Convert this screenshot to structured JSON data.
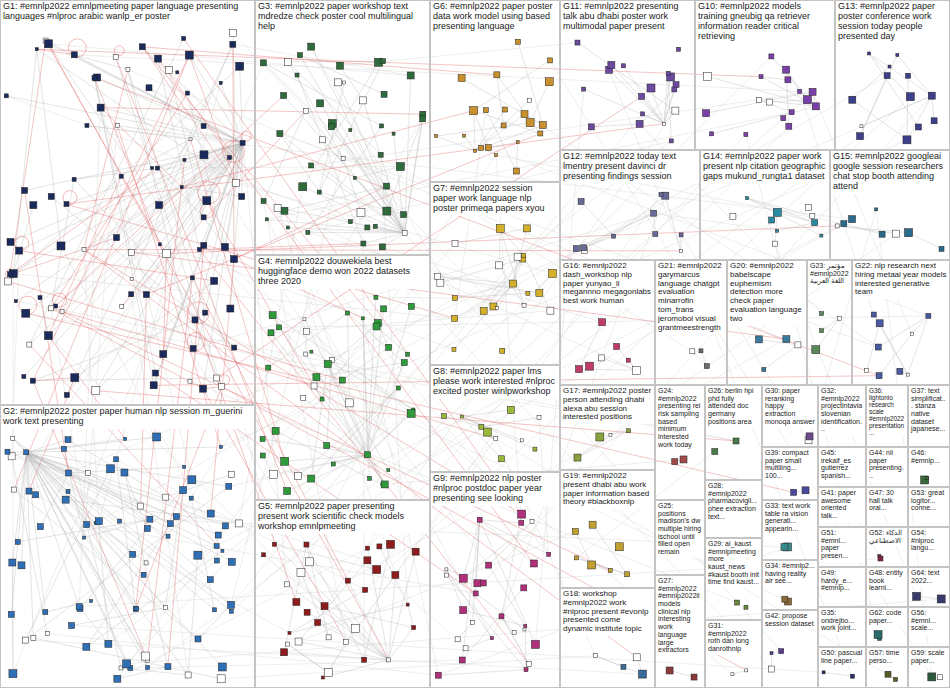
{
  "diagram": {
    "nodes": [
      {
        "text": [
          "G1: #emnlp2022 emnlpmeeting paper language presenting languages #nlproc arabic wanlp_er poster"
        ]
      },
      {
        "text": [
          "G3: #emnlp2022 paper workshop text mdredze check poster cool multilingual help"
        ]
      },
      {
        "text": [
          "G6: #emnlp2022 paper poster data work model using based presenting language"
        ]
      },
      {
        "text": [
          "G11: #emnlp2022 presenting talk abu dhabi poster work multimodal paper present"
        ]
      },
      {
        "text": [
          "G10: #emnlp2022 models training gneubig qa retriever information reader critical retrieving"
        ]
      },
      {
        "text": [
          "G13: #emnlp2022 paper poster conference work session today people presented day"
        ]
      },
      {
        "text": [
          "G12: #emnlp2022 today text lmentry present davinci dr presenting findings session"
        ]
      },
      {
        "text": [
          "G14: #emnlp2022 paper work present nlp citation geographic gaps mukund_rungta1 dataset"
        ]
      },
      {
        "text": [
          "G15: #emnlp2022 googleai google session researchers chat stop booth attending attend"
        ]
      },
      {
        "text": [
          "G7: #emnlp2022 session paper work language nlp poster primeqa papers xyou"
        ]
      },
      {
        "text": [
          "G4: #emnlp2022 douwekiela best huggingface demo won 2022 datasets three 2020"
        ]
      },
      {
        "text": [
          "G16: #emnlp2022 dash_workshop nlp paper yunyao_li megannno megagonlabs best work human"
        ]
      },
      {
        "text": [
          "G21: #emnlp2022 garymarcus language chatgpt evaluation minarrofin tom_trans jeromobol visual grantmeestrength"
        ]
      },
      {
        "text": [
          "G20: #emnlp2022 babelscape euphemism detection more check paper evaluation language two"
        ]
      },
      {
        "text": [
          "G23: مؤتمر #emnlp2022 اللغة العربية"
        ]
      },
      {
        "text": [
          "G22: nlp research next hiring metaai year models interested generative team"
        ]
      },
      {
        "text": [
          "G2: #emnlp2022 poster paper human nlp session m_guerini work text presenting"
        ]
      },
      {
        "text": [
          "G8: #emnlp2022 paper lms please work interested #nlproc excited poster winlpworkshop"
        ]
      },
      {
        "text": [
          "G17: #emnlp2022 poster person attending dhabi alexa abu session interested positions"
        ]
      },
      {
        "text": [
          "G24: #emnlp2022 presenting rei risk sampling based minimum interested work today"
        ]
      },
      {
        "text": [
          "G26: berlin hpi phd fully attended doc germany positions area"
        ]
      },
      {
        "text": [
          "G30: paper reranking happy extraction monoqa answer"
        ]
      },
      {
        "text": [
          "G32: #emnlp2022 projectintavia slovenian identification..."
        ]
      },
      {
        "text": [
          "G36: lightonio research scale #emnlp2022 presentation..."
        ]
      },
      {
        "text": [
          "G37: text simplificat... stanza native dataset japanese..."
        ]
      },
      {
        "text": [
          "G5: #emnlp2022 paper presenting present work scientific check models workshop emnlpmeeting"
        ]
      },
      {
        "text": [
          "G9: #emnlp2022 nlp poster #nlproc postdoc paper year presenting see looking"
        ]
      },
      {
        "text": [
          "G19: #emnlp2022 present dhabi abu work paper information based theory #blackboxnlp"
        ]
      },
      {
        "text": [
          "G18: workshop #emnlp2022 work #nlproc present #evonlp presented come dynamic institute topic"
        ]
      },
      {
        "text": [
          "G25: positions madison's dw multiple hiring ischool until filled open remain"
        ]
      },
      {
        "text": [
          "G27: #emnlp2022 #emnlp2022il models clinical nlp interesting work language large extractors"
        ]
      },
      {
        "text": [
          "G28: #emnlp2022 pharmacovigil... phee extraction text..."
        ]
      },
      {
        "text": [
          "G29: ai_kaust #emnlpmeeting more kaust_news #kaust booth init time find kaust..."
        ]
      },
      {
        "text": [
          "G31: #emnlp2022 roth dan long danrothnlp"
        ]
      },
      {
        "text": [
          "G39: compact paper small multiling... 100..."
        ]
      },
      {
        "text": [
          "G33: text work table ra vision generati... appearin..."
        ]
      },
      {
        "text": [
          "G34: #emnlp2... having reality air see..."
        ]
      },
      {
        "text": [
          "G42: propose session dataset"
        ]
      },
      {
        "text": [
          "G45: irekaif_es gutierrez spanish..."
        ]
      },
      {
        "text": [
          "G44: nli paper presenting..."
        ]
      },
      {
        "text": [
          "G46: #emnlp..."
        ]
      },
      {
        "text": [
          "G41: paper awesome oriented talk..."
        ]
      },
      {
        "text": [
          "G47: 30 hall talk oral..."
        ]
      },
      {
        "text": [
          "G53: great logitor... conne..."
        ]
      },
      {
        "text": [
          "G51: #emnl... paper presen..."
        ]
      },
      {
        "text": [
          "G52: الذكاء الاصطناعي"
        ]
      },
      {
        "text": [
          "G54: #nlproc langu..."
        ]
      },
      {
        "text": [
          "G49: hardy_e... #emnlp..."
        ]
      },
      {
        "text": [
          "G48: entity book learni..."
        ]
      },
      {
        "text": [
          "G64: text 2022..."
        ]
      },
      {
        "text": [
          "G35: ondrejbo... work joint..."
        ]
      },
      {
        "text": [
          "G62: code paper..."
        ]
      },
      {
        "text": [
          "G56: #emnl... scale..."
        ]
      },
      {
        "text": [
          "G50: pascual line paper..."
        ]
      },
      {
        "text": [
          "G57: time perso..."
        ]
      },
      {
        "text": [
          "G59: scale paper..."
        ]
      }
    ]
  }
}
